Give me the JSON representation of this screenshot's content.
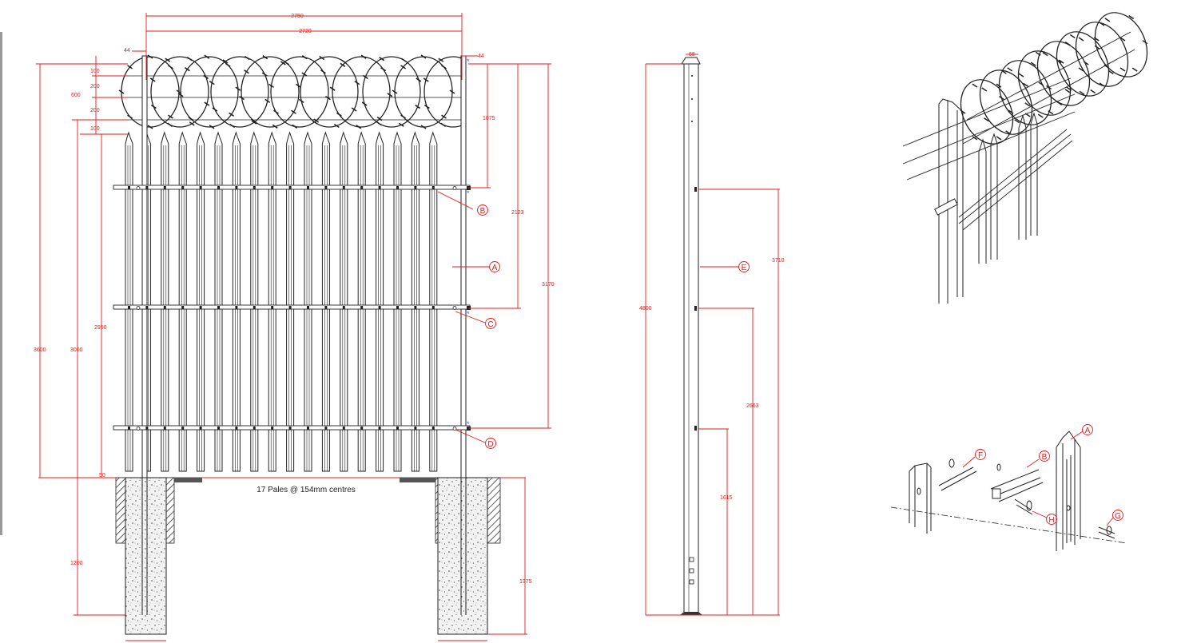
{
  "colors": {
    "dimension": "#e31b1b",
    "ink": "#222222",
    "marker": "#2c5fe0",
    "concrete": "#cfcfcf"
  },
  "front_elevation": {
    "dimensions": {
      "overall_width": "2750",
      "inner_width": "2720",
      "post_left": "44",
      "post_right": "44",
      "coil_height": "600",
      "coil_gap_top": "100",
      "coil_spacing_1": "200",
      "coil_spacing_2": "200",
      "coil_gap_bottom": "100",
      "to_rail_b": "1075",
      "to_rail_c": "2123",
      "to_rail_d": "3170",
      "overall_height": "3600",
      "fence_height": "3000",
      "pale_height": "2950",
      "ground_clearance": "50",
      "foundation_depth": "1200",
      "post_embed": "1375"
    },
    "pales_caption": "17 Pales @ 154mm centres",
    "callouts": [
      "A",
      "B",
      "C",
      "D"
    ]
  },
  "post_side": {
    "dimensions": {
      "post_total": "4800",
      "post_top_width": "68",
      "rail_1": "3710",
      "rail_2": "2663",
      "rail_3": "1615"
    },
    "callout": "E"
  },
  "iso_view": {
    "callouts": []
  },
  "exploded_view": {
    "callouts": [
      "A",
      "B",
      "F",
      "G",
      "H"
    ]
  }
}
